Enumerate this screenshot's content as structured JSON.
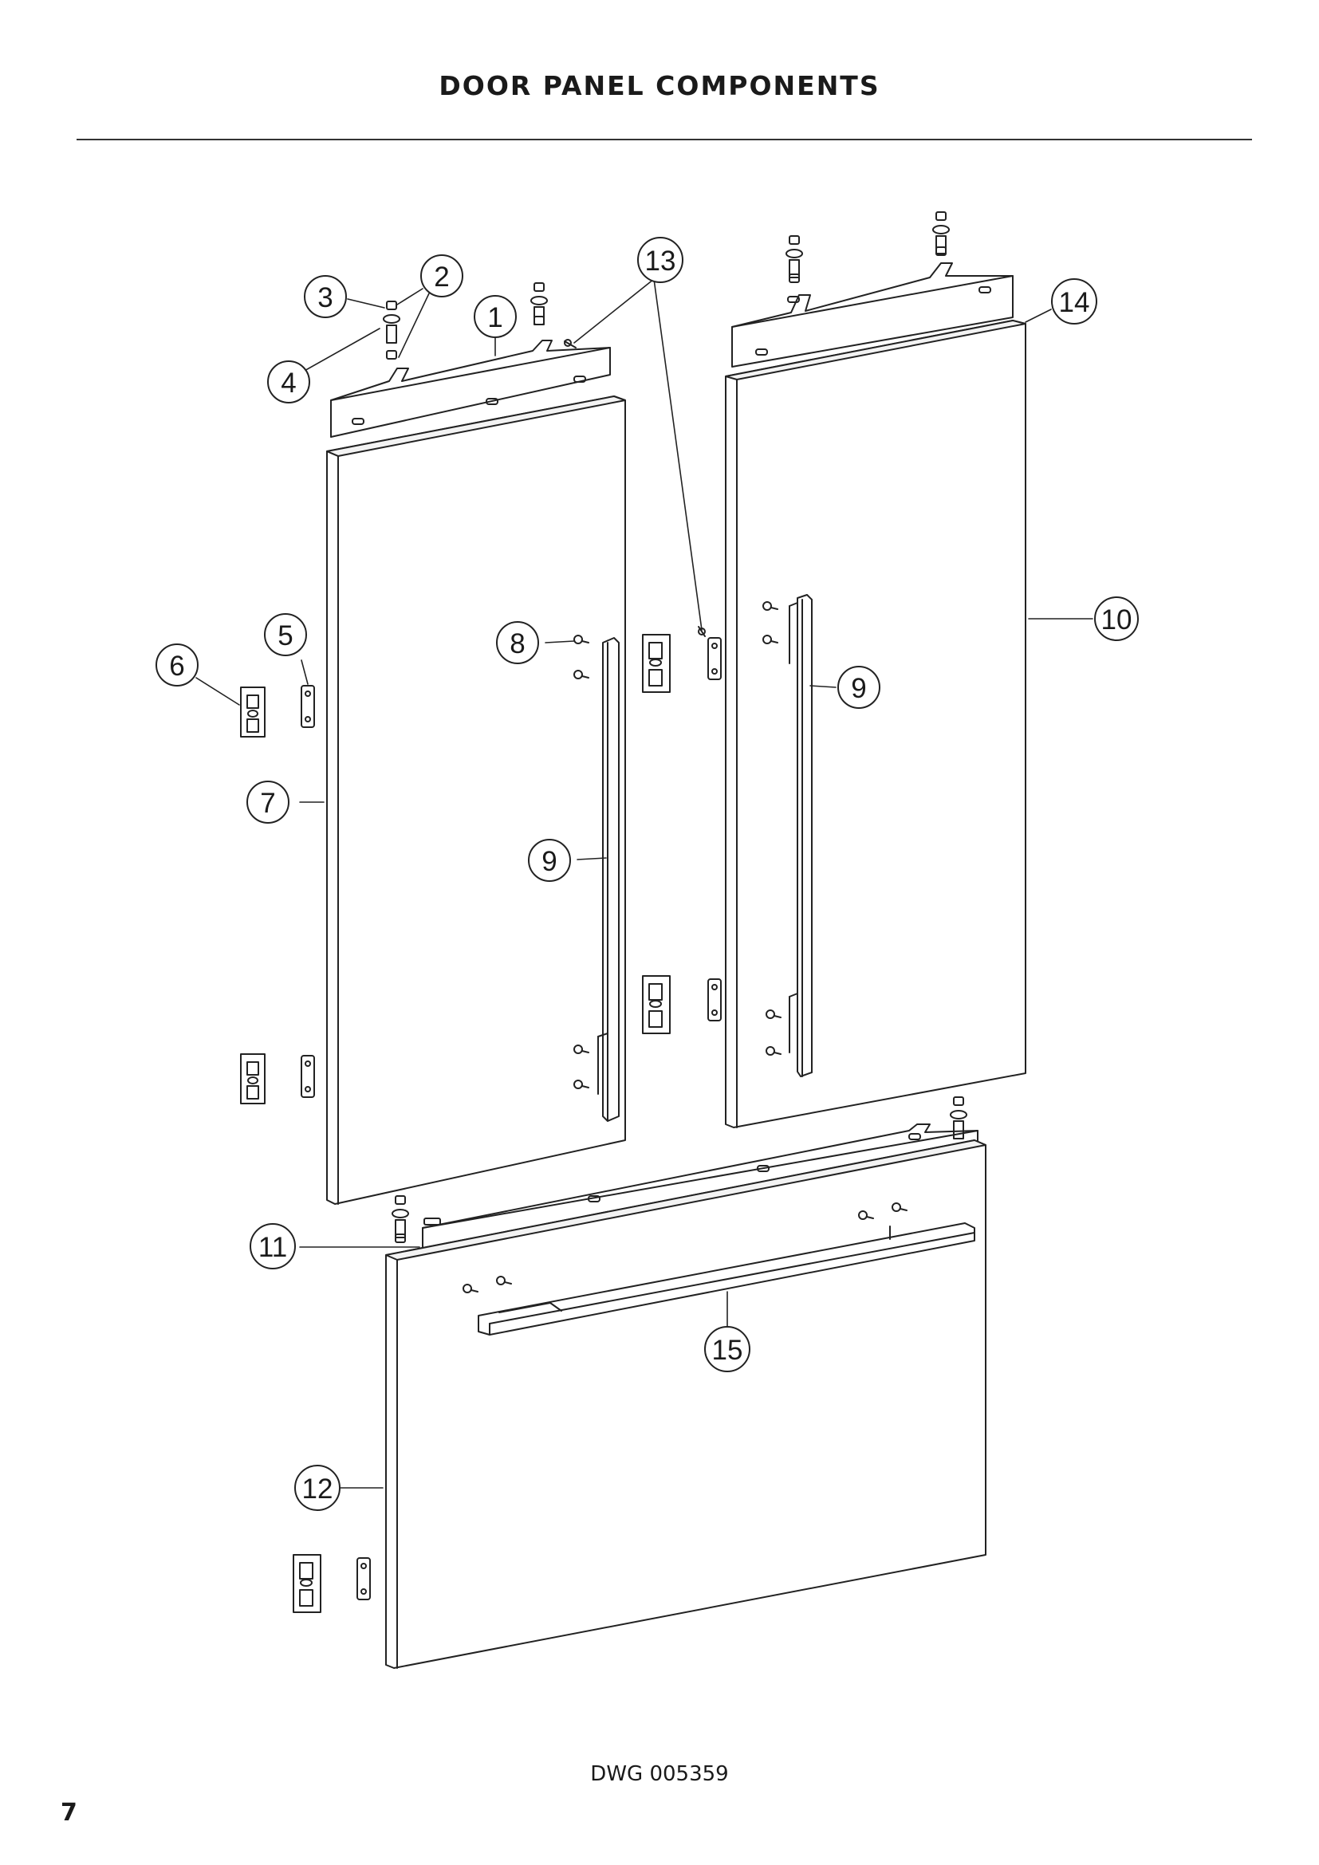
{
  "title": "DOOR PANEL COMPONENTS",
  "drawing_number": "DWG 005359",
  "page_number": "7",
  "callouts": [
    "1",
    "2",
    "3",
    "4",
    "5",
    "6",
    "7",
    "8",
    "9",
    "9",
    "10",
    "11",
    "12",
    "13",
    "14",
    "15"
  ]
}
